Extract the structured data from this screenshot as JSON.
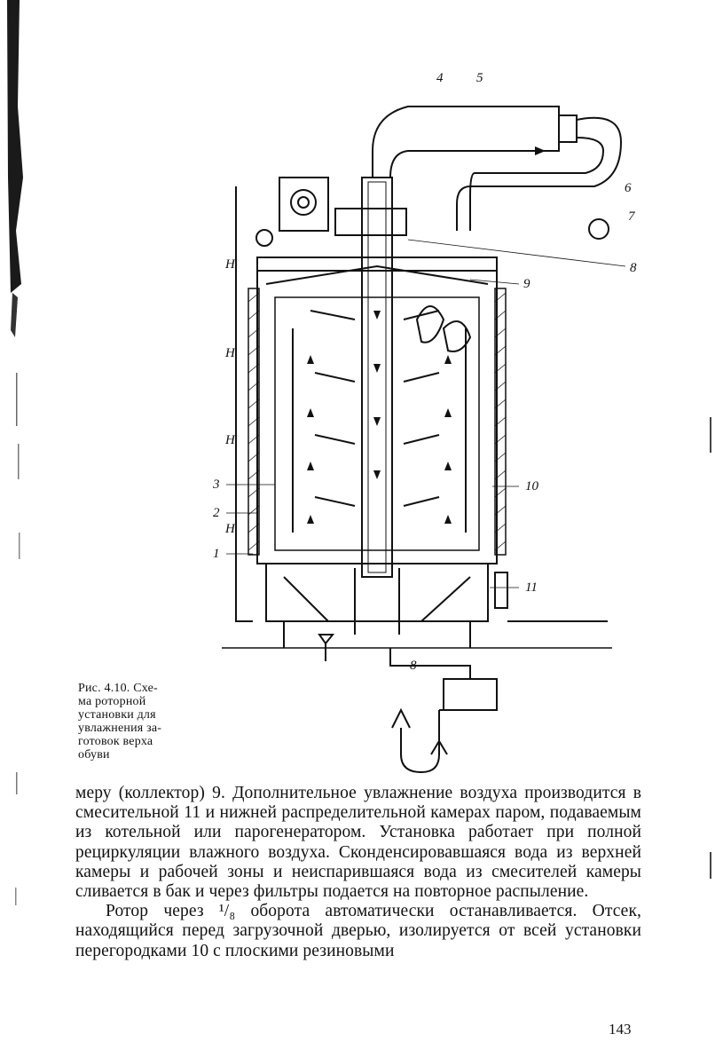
{
  "figure": {
    "callouts": [
      "4",
      "5",
      "6",
      "7",
      "8",
      "9",
      "10",
      "11",
      "3",
      "2",
      "1",
      "8",
      "Н",
      "Н",
      "Н",
      "Н"
    ]
  },
  "caption": {
    "lines": [
      "Рис. 4.10. Схе-",
      "ма роторной",
      "установки для",
      "увлажнения за-",
      "готовок верха",
      "обуви"
    ]
  },
  "body": {
    "para1": "меру (коллектор) 9. Дополнительное увлажнение воздуха производится в смесительной 11 и нижней распределительной камерах паром, подаваемым из котельной или парогенератором. Установка работает при полной рециркуляции влажного воздуха. Сконденсировавшаяся вода из верхней камеры и рабочей зоны и неиспарившаяся вода из смесителей камеры сливается в бак и через фильтры подается на повторное распыление.",
    "para2": "Ротор через ¹/₈ оборота автоматически останавливается. Отсек, находящийся перед загрузочной дверью, изолируется от всей установки перегородками 10 с плоскими резиновыми"
  },
  "page_number": "143"
}
